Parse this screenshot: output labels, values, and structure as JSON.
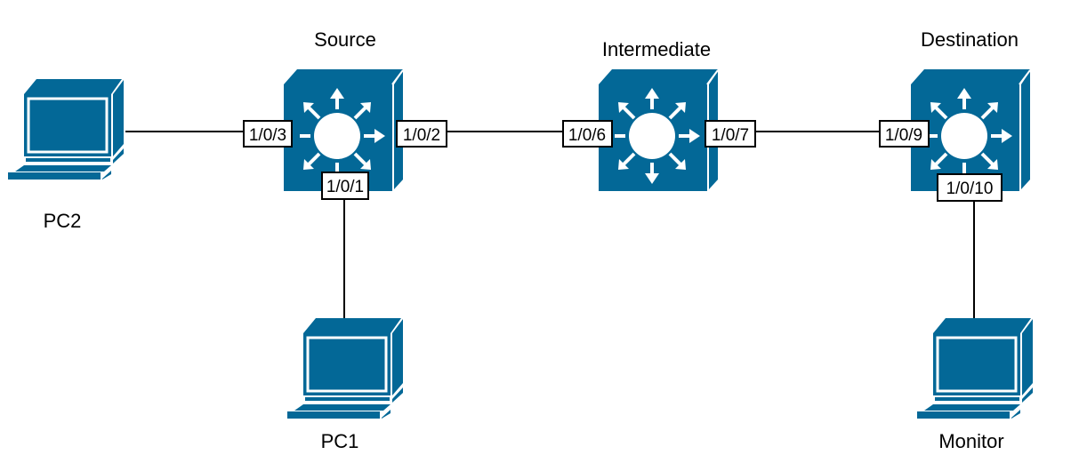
{
  "diagram": {
    "type": "network-topology",
    "colors": {
      "device": "#036897",
      "line": "#000000",
      "background": "#ffffff"
    },
    "devices": [
      {
        "id": "pc2",
        "kind": "pc",
        "label": "PC2"
      },
      {
        "id": "pc1",
        "kind": "pc",
        "label": "PC1"
      },
      {
        "id": "monitor",
        "kind": "pc",
        "label": "Monitor"
      },
      {
        "id": "source",
        "kind": "layer3-switch",
        "label": "Source"
      },
      {
        "id": "intermediate",
        "kind": "layer3-switch",
        "label": "Intermediate"
      },
      {
        "id": "destination",
        "kind": "layer3-switch",
        "label": "Destination"
      }
    ],
    "ports": {
      "source_pc2": "1/0/3",
      "source_intermediate": "1/0/2",
      "source_pc1": "1/0/1",
      "intermediate_source": "1/0/6",
      "intermediate_destination": "1/0/7",
      "destination_intermediate": "1/0/9",
      "destination_monitor": "1/0/10"
    },
    "links": [
      {
        "from": "PC2",
        "to": "Source",
        "port": "1/0/3"
      },
      {
        "from": "Source",
        "to": "PC1",
        "port": "1/0/1"
      },
      {
        "from": "Source",
        "to": "Intermediate",
        "ports": [
          "1/0/2",
          "1/0/6"
        ]
      },
      {
        "from": "Intermediate",
        "to": "Destination",
        "ports": [
          "1/0/7",
          "1/0/9"
        ]
      },
      {
        "from": "Destination",
        "to": "Monitor",
        "port": "1/0/10"
      }
    ]
  }
}
